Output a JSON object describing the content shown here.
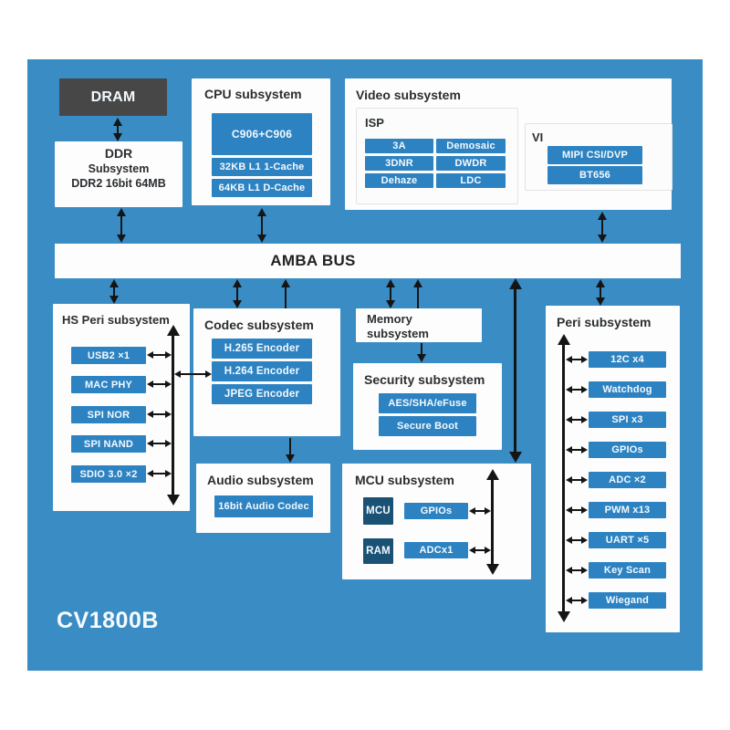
{
  "chip": {
    "label": "CV1800B"
  },
  "bus": {
    "label": "AMBA BUS"
  },
  "dram": {
    "label": "DRAM"
  },
  "ddr": {
    "name": "DDR",
    "sub": "Subsystem",
    "spec": "DDR2 16bit 64MB"
  },
  "cpu": {
    "title": "CPU subsystem",
    "core": "C906+C906",
    "l1_icache": "32KB L1 1-Cache",
    "l1_dcache": "64KB L1 D-Cache"
  },
  "video": {
    "title": "Video subsystem",
    "isp": {
      "title": "ISP",
      "cells": [
        "3A",
        "Demosaic",
        "3DNR",
        "DWDR",
        "Dehaze",
        "LDC"
      ]
    },
    "vi": {
      "title": "VI",
      "items": [
        "MIPI CSI/DVP",
        "BT656"
      ]
    }
  },
  "hs_peri": {
    "title": "HS Peri subsystem",
    "items": [
      "USB2 ×1",
      "MAC PHY",
      "SPI NOR",
      "SPI NAND",
      "SDIO 3.0 ×2"
    ]
  },
  "codec": {
    "title": "Codec subsystem",
    "items": [
      "H.265 Encoder",
      "H.264 Encoder",
      "JPEG Encoder"
    ]
  },
  "audio": {
    "title": "Audio subsystem",
    "codec": "16bit Audio Codec"
  },
  "memory": {
    "title": "Memory subsystem"
  },
  "security": {
    "title": "Security subsystem",
    "items": [
      "AES/SHA/eFuse",
      "Secure Boot"
    ]
  },
  "mcu": {
    "title": "MCU subsystem",
    "rows": [
      {
        "tag": "MCU",
        "peripheral": "GPIOs"
      },
      {
        "tag": "RAM",
        "peripheral": "ADCx1"
      }
    ]
  },
  "peri": {
    "title": "Peri subsystem",
    "items": [
      "12C x4",
      "Watchdog",
      "SPI x3",
      "GPIOs",
      "ADC ×2",
      "PWM x13",
      "UART ×5",
      "Key Scan",
      "Wiegand"
    ]
  },
  "colors": {
    "background_blue": "#3a8cc5",
    "block_blue": "#2d83c2",
    "dark_navy": "#1a5276",
    "dram_gray": "#474747",
    "arrow_black": "#151515"
  }
}
